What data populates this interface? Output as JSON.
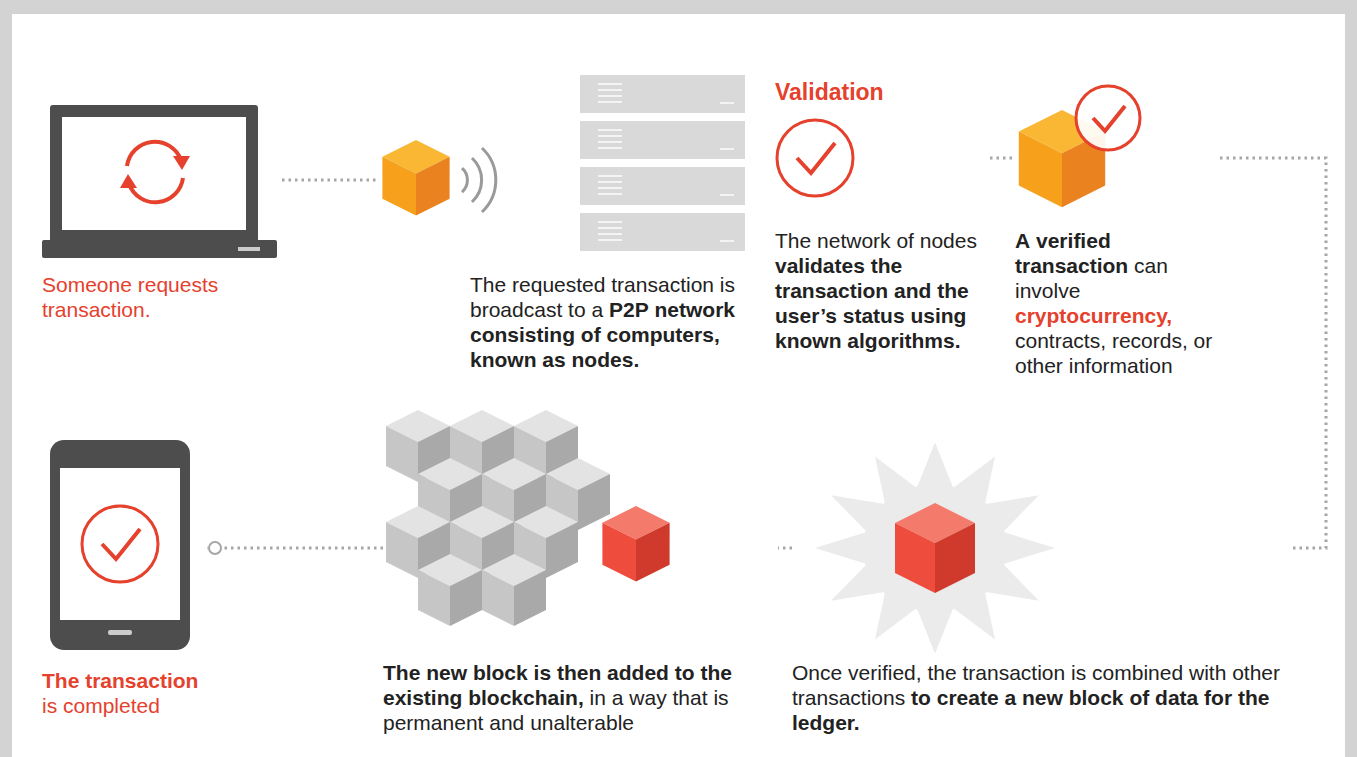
{
  "diagram": {
    "nodes": [
      {
        "text": [
          "Someone requests transaction."
        ]
      },
      {
        "text": [
          "The requested transaction is broadcast to a P2P network consisting of computers, known as nodes."
        ]
      },
      {
        "text": [
          "Validation",
          "The network of nodes validates the transaction and the user’s status using known algorithms."
        ]
      },
      {
        "text": [
          "A verified transaction can involve cryptocurrency, contracts, records, or other information"
        ]
      },
      {
        "text": [
          "Once verified, the transaction is combined with other transactions to create a new block of data for the ledger."
        ]
      },
      {
        "text": [
          "The new block is then added to the existing blockchain, in a way that is permanent and unalterable"
        ]
      },
      {
        "text": [
          "The transaction is completed"
        ]
      }
    ],
    "edges": [
      {
        "from": 0,
        "to": 1,
        "arrow": "none"
      },
      {
        "from": 2,
        "to": 3,
        "arrow": "none"
      },
      {
        "from": 3,
        "to": 4,
        "arrow": "none"
      },
      {
        "from": 4,
        "to": 5,
        "arrow": "none"
      },
      {
        "from": 5,
        "to": 6,
        "arrow": "none"
      }
    ]
  }
}
